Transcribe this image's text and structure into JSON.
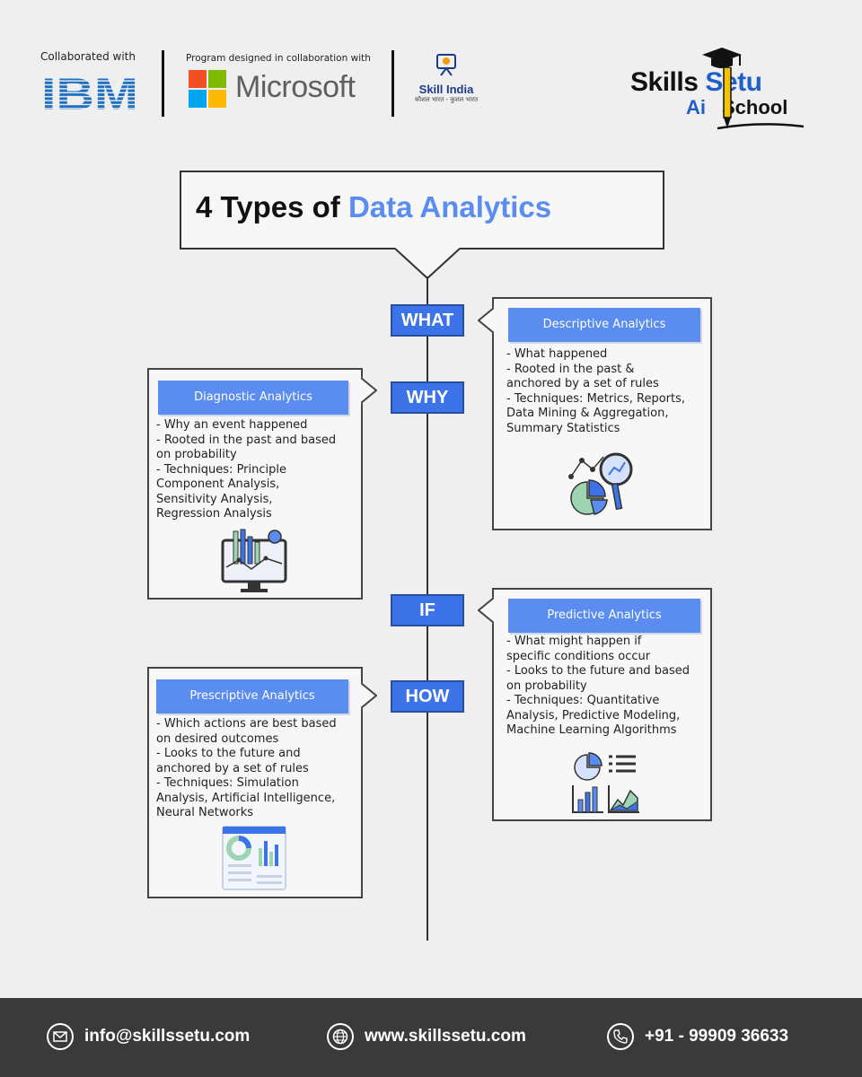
{
  "header": {
    "collab_label": "Collaborated with",
    "ibm_text": "IBM",
    "program_label": "Program designed in collaboration with",
    "microsoft_text": "Microsoft",
    "skill_india_name": "Skill India",
    "skill_india_tagline": "कौशल भारत - कुशल भारत",
    "brand": {
      "part1": "Skills",
      "part2": "Setu",
      "part3": "Ai",
      "part4": "School"
    }
  },
  "title": {
    "part1": "4 Types of ",
    "part2": "Data Analytics"
  },
  "questions": {
    "what": "WHAT",
    "why": "WHY",
    "if": "IF",
    "how": "HOW"
  },
  "cards": {
    "descriptive": {
      "heading": "Descriptive Analytics",
      "lines": [
        "- What happened",
        "- Rooted in the past &",
        "anchored by a set of rules",
        "- Techniques: Metrics, Reports,",
        "Data Mining & Aggregation,",
        "Summary Statistics"
      ]
    },
    "diagnostic": {
      "heading": "Diagnostic Analytics",
      "lines": [
        "- Why an event happened",
        "- Rooted in the past and based",
        "on probability",
        "- Techniques: Principle",
        "Component Analysis,",
        "Sensitivity Analysis,",
        "Regression Analysis"
      ]
    },
    "predictive": {
      "heading": "Predictive Analytics",
      "lines": [
        "- What might happen if",
        "specific conditions occur",
        "- Looks to the future and based",
        "on probability",
        "- Techniques: Quantitative",
        "Analysis, Predictive Modeling,",
        "Machine Learning Algorithms"
      ]
    },
    "prescriptive": {
      "heading": "Prescriptive Analytics",
      "lines": [
        "- Which actions are best based",
        "on desired outcomes",
        "- Looks to the future and",
        "anchored by a set of rules",
        "- Techniques: Simulation",
        "Analysis, Artificial Intelligence,",
        "Neural Networks"
      ]
    }
  },
  "footer": {
    "email": "info@skillssetu.com",
    "website": "www.skillssetu.com",
    "phone": "+91 - 99909 36633"
  },
  "colors": {
    "accent": "#5b8cf0",
    "question_box": "#3d73e8",
    "footer_bg": "#3a3a3a",
    "brand_yellow": "#f5c400"
  }
}
